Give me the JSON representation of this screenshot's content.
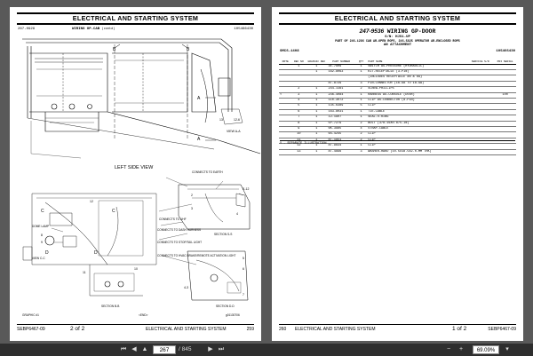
{
  "left_page": {
    "header": "ELECTRICAL AND STARTING SYSTEM",
    "subheader_left": "267-0929",
    "subheader_mid": "WIRING GP-CAB",
    "subheader_mid_suffix": "(contd)",
    "subheader_right": "105466430",
    "footer_doc": "SEBP6467-09",
    "footer_page": "2 of 2",
    "footer_section": "ELECTRICAL AND STARTING SYSTEM",
    "footer_num": "259",
    "labels": {
      "B1": "B",
      "B2": "B",
      "A_top": "A",
      "A_bot": "A",
      "C_left": "C",
      "C_right": "C",
      "D1": "D",
      "D2": "D",
      "view_a": "VIEW A-A",
      "ref_12_6": "12-6",
      "left_side_view": "LEFT SIDE VIEW",
      "dome_lamp": "DOME LAMP",
      "view_cc": "VIEW C-C",
      "connects_earth": "CONNECTS TO EARTH",
      "connects_uhf": "CONNECTS TO UHF",
      "connects_dash": "CONNECTS TO DASH HARNESS",
      "connects_stoptail": "CONNECTS TO STOP/TAIL LIGHT",
      "connects_hvac": "CONNECTS TO HVAC BRAKE/REMOTE ACTIVATION LIGHT",
      "section_ss": "SECTION S-S",
      "section_bb": "SECTION B-B",
      "section_dd": "SECTION D-D",
      "graphic": "GRAPHIC #1",
      "end": "<END>",
      "graphic_id": "g01130706",
      "n_8": "8",
      "n_9": "9",
      "n_12": "12",
      "n_s12": "S-12",
      "n_2": "2",
      "n_3": "3",
      "n_4": "4",
      "n_43": "4-3",
      "n_5": "5",
      "n_6": "6",
      "n_7": "7",
      "n_10": "10",
      "n_11": "11",
      "n_13": "13"
    }
  },
  "right_page": {
    "header": "ELECTRICAL AND STARTING SYSTEM",
    "title_num": "247-9536",
    "title_name": "WIRING GP-DOOR",
    "title_line2": "S/N: HJS1-UP",
    "title_line3": "PART OF 246-1286 CAB AR-OPEN ROPS, 246-5825 OPERATOR AR-ENCLOSED ROPS",
    "title_line4": "AN ATTACHMENT",
    "serial_left": "SMCS-1408",
    "serial_right": "105466430",
    "columns": [
      "NOTE",
      "REF NO",
      "GRAPHIC REF",
      "PART NUMBER",
      "QTY",
      "PART NAME",
      "SERVICE S/N",
      "PRI SERIAL"
    ],
    "rows": [
      {
        "note": "",
        "ref": "1",
        "gref": "1",
        "pn": "3E-7909",
        "qty": "1",
        "name": "SWITCH AS-PRESSURE (HYDRAULIC)",
        "sn": "",
        "ps": ""
      },
      {
        "note": "",
        "ref": "",
        "gref": "1",
        "pn": "162-8063",
        "qty": "1",
        "name": "KIT-RECEPTACLE (3-PIN)",
        "sn": "",
        "ps": ""
      },
      {
        "note": "",
        "ref": "",
        "gref": "",
        "pn": "",
        "qty": "",
        "name": "(INCLUDES RECEPTACLE #8 & #9)",
        "sn": "",
        "ps": ""
      },
      {
        "note": "",
        "ref": "",
        "gref": "",
        "pn": "8T-8729",
        "qty": "3",
        "name": "PIN-CONNECTOR (16-GA TO 18-GA)",
        "sn": "",
        "ps": ""
      },
      {
        "note": "",
        "ref": "2",
        "gref": "1",
        "pn": "244-1161",
        "qty": "2",
        "name": "SCREW-PHILLIPS",
        "sn": "",
        "ps": ""
      },
      {
        "note": "Y",
        "ref": "3",
        "gref": "1",
        "pn": "246-4084",
        "qty": "1",
        "name": "HARNESS AS-CONSOLE (DOOR)",
        "sn": "",
        "ps": "100"
      },
      {
        "note": "",
        "ref": "4",
        "gref": "1",
        "pn": "110-3072",
        "qty": "1",
        "name": "CLIP AS-CONNECTOR (8-PIN)",
        "sn": "",
        "ps": ""
      },
      {
        "note": "",
        "ref": "5",
        "gref": "1",
        "pn": "135-6389",
        "qty": "5",
        "name": "CLIP",
        "sn": "",
        "ps": ""
      },
      {
        "note": "",
        "ref": "6",
        "gref": "1",
        "pn": "163-8031",
        "qty": "1",
        "name": "TIE-CABLE",
        "sn": "",
        "ps": ""
      },
      {
        "note": "",
        "ref": "7",
        "gref": "1",
        "pn": "3J-1907",
        "qty": "1",
        "name": "SEAL-O-RING",
        "sn": "",
        "ps": ""
      },
      {
        "note": "",
        "ref": "8",
        "gref": "1",
        "pn": "5P-7279",
        "qty": "2",
        "name": "BOLT (3/8-16X0.875-IN)",
        "sn": "",
        "ps": ""
      },
      {
        "note": "",
        "ref": "9",
        "gref": "1",
        "pn": "6K-3985",
        "qty": "4",
        "name": "STRAP-CABLE",
        "sn": "",
        "ps": ""
      },
      {
        "note": "",
        "ref": "10",
        "gref": "1",
        "pn": "6S-4245",
        "qty": "2",
        "name": "CLIP",
        "sn": "",
        "ps": ""
      },
      {
        "note": "",
        "ref": "11",
        "gref": "1",
        "pn": "8T-1951",
        "qty": "2",
        "name": "CLIP",
        "sn": "",
        "ps": ""
      },
      {
        "note": "",
        "ref": "12",
        "gref": "1",
        "pn": "8T-9834",
        "qty": "1",
        "name": "CLIP",
        "sn": "",
        "ps": ""
      },
      {
        "note": "",
        "ref": "13",
        "gref": "1",
        "pn": "8T-4896",
        "qty": "3",
        "name": "WASHER-HARD (10.5X18.5X2.0-MM THK)",
        "sn": "",
        "ps": ""
      }
    ],
    "legend": "Y - SEPARATE ILLUSTRATION",
    "footer_num": "260",
    "footer_section": "ELECTRICAL AND STARTING SYSTEM",
    "footer_page": "1 of 2",
    "footer_doc": "SEBP6467-09"
  },
  "toolbar": {
    "current_page": "267",
    "total_pages": "/ 845",
    "zoom": "69.09%"
  }
}
